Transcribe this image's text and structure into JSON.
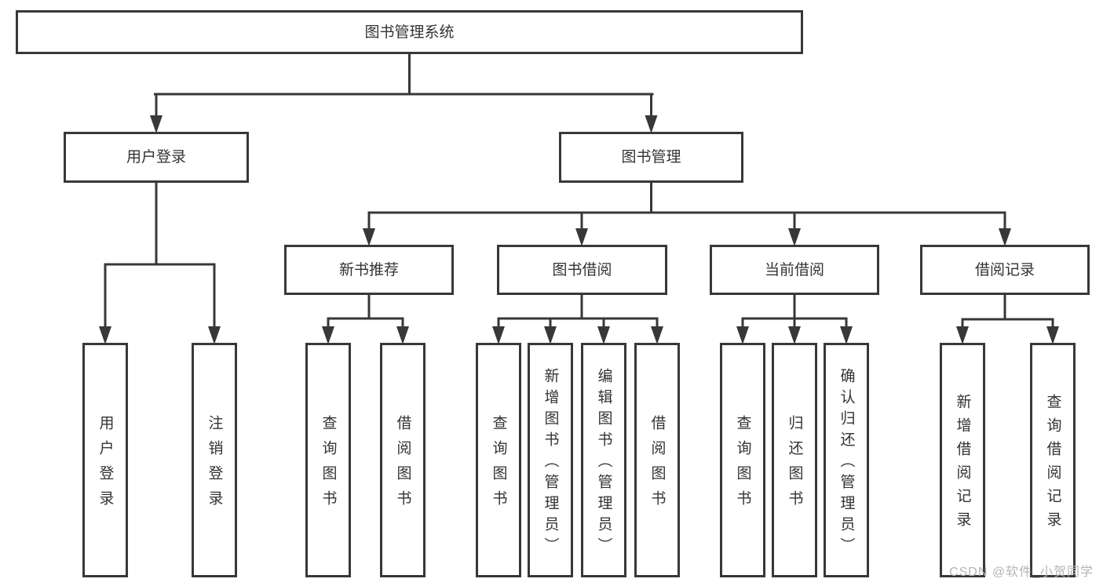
{
  "watermark": "CSDN @软件_小贺同学",
  "colors": {
    "line": "#383838",
    "box_border": "#383838",
    "text": "#333333",
    "watermark_text": "#b5b5b5",
    "background": "#ffffff"
  },
  "tree": {
    "root": "图书管理系统",
    "branches": [
      {
        "label": "用户登录",
        "children": [
          "用户登录",
          "注销登录"
        ]
      },
      {
        "label": "图书管理",
        "groups": [
          {
            "label": "新书推荐",
            "children": [
              "查询图书",
              "借阅图书"
            ]
          },
          {
            "label": "图书借阅",
            "children": [
              "查询图书",
              "新增图书（管理员）",
              "编辑图书（管理员）",
              "借阅图书"
            ]
          },
          {
            "label": "当前借阅",
            "children": [
              "查询图书",
              "归还图书",
              "确认归还（管理员）"
            ]
          },
          {
            "label": "借阅记录",
            "children": [
              "新增借阅记录",
              "查询借阅记录"
            ]
          }
        ]
      }
    ]
  }
}
